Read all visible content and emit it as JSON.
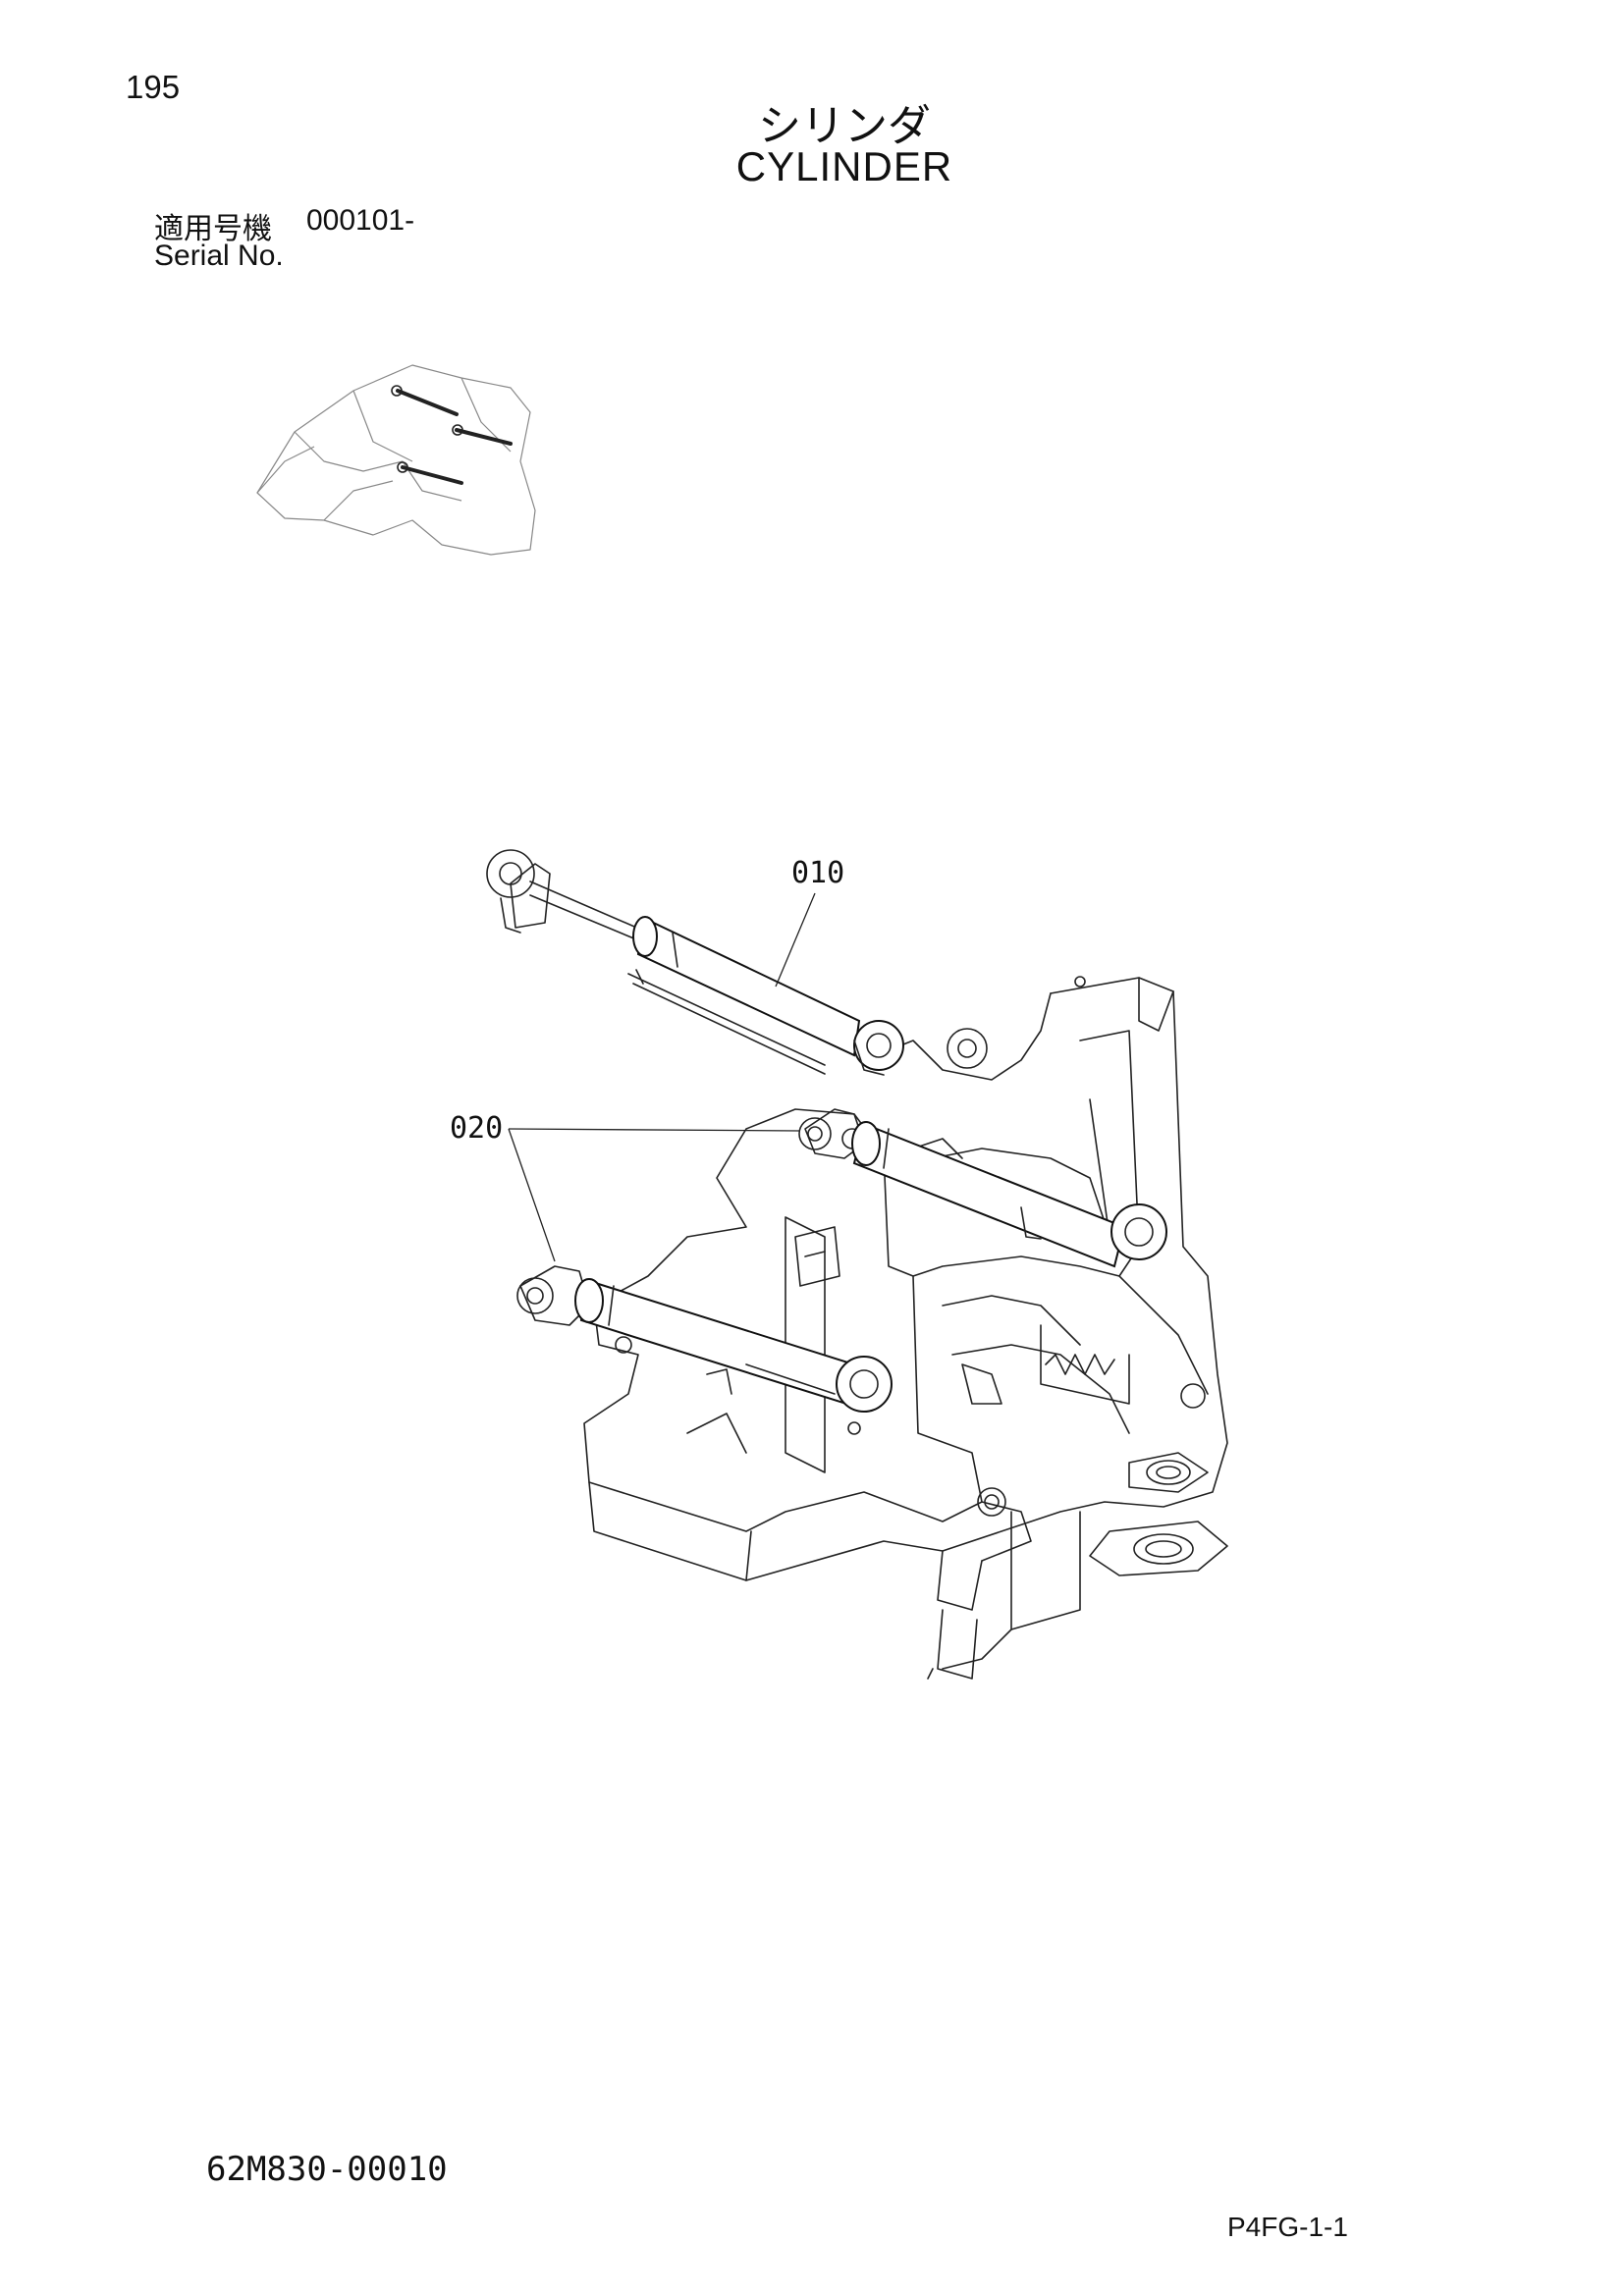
{
  "header": {
    "page_number": "195",
    "title_jp": "シリンダ",
    "title_en": "CYLINDER",
    "serial_label_jp": "適用号機",
    "serial_value": "000101-",
    "serial_label_en": "Serial No."
  },
  "callouts": {
    "c010": "010",
    "c020": "020"
  },
  "footer": {
    "drawing_number": "62M830-00010",
    "page_code": "P4FG-1-1"
  }
}
